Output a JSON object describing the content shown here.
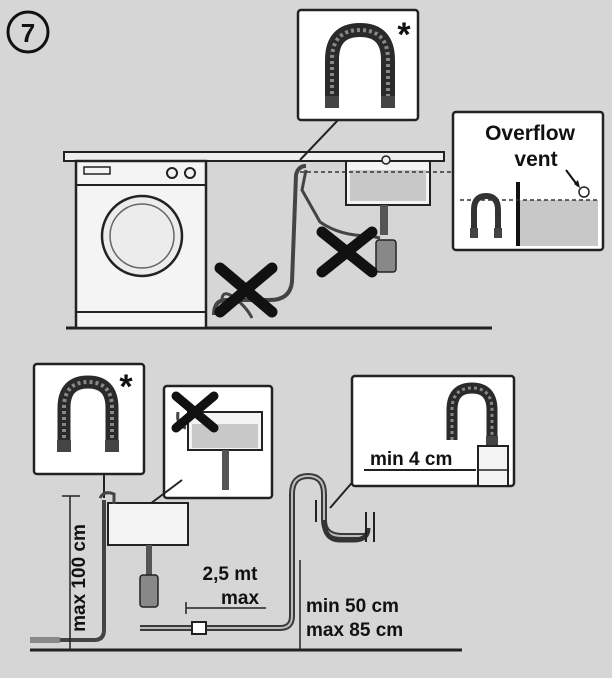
{
  "step_number": "7",
  "asterisk": "*",
  "labels": {
    "overflow_line1": "Overflow",
    "overflow_line2": "vent",
    "min_4cm": "min 4 cm",
    "max_100cm": "max 100 cm",
    "mt_value": "2,5 mt",
    "mt_max": "max",
    "min_50cm": "min 50 cm",
    "max_85cm": "max 85 cm"
  },
  "colors": {
    "background": "#d6d6d6",
    "panel": "#ffffff",
    "water": "#c8c8c8",
    "hose": "#3a3a3a",
    "cross": "#111111"
  },
  "icons": [
    "u-hose-icon",
    "cross-icon",
    "overflow-vent-icon",
    "washing-machine-icon",
    "sink-icon",
    "siphon-icon"
  ]
}
